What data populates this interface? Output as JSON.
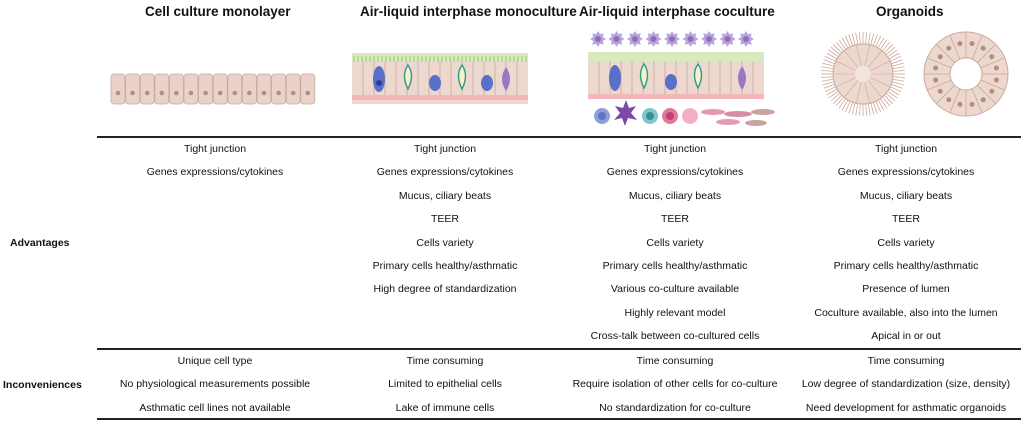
{
  "columns": [
    {
      "title": "Cell culture monolayer",
      "advantages": [
        "Tight junction",
        "Genes expressions/cytokines"
      ],
      "inconveniences": [
        "Unique cell type",
        "No physiological measurements possible",
        "Asthmatic cell lines not available"
      ]
    },
    {
      "title": "Air-liquid interphase monoculture",
      "advantages": [
        "Tight junction",
        "Genes expressions/cytokines",
        "Mucus, ciliary beats",
        "TEER",
        "Cells variety",
        "Primary cells healthy/asthmatic",
        "High degree of standardization"
      ],
      "inconveniences": [
        "Time consuming",
        "Limited to epithelial cells",
        "Lake of immune cells"
      ]
    },
    {
      "title": "Air-liquid interphase coculture",
      "advantages": [
        "Tight junction",
        "Genes expressions/cytokines",
        "Mucus, ciliary beats",
        "TEER",
        "Cells variety",
        "Primary cells healthy/asthmatic",
        "Various co-culture available",
        "Highly relevant model",
        "Cross-talk between co-cultured cells"
      ],
      "inconveniences": [
        "Time consuming",
        "Require isolation of other cells for co-culture",
        "No standardization for co-culture"
      ]
    },
    {
      "title": "Organoids",
      "advantages": [
        "Tight junction",
        "Genes expressions/cytokines",
        "Mucus, ciliary beats",
        "TEER",
        "Cells variety",
        "Primary cells healthy/asthmatic",
        "Presence of lumen",
        "Coculture available, also into the lumen",
        "Apical in or out"
      ],
      "inconveniences": [
        "Time consuming",
        "Low degree of standardization (size, density)",
        "Need development for asthmatic organoids"
      ]
    }
  ],
  "row_labels": {
    "advantages": "Advantages",
    "inconveniences": "Inconveniences"
  },
  "colors": {
    "cell_body": "#e9d2c9",
    "cell_border": "#c9a99c",
    "nucleus": "#b48c80",
    "air_layer": "#d6ecbf",
    "goblet": "#2e9a8a",
    "basal_pink": "#f3b7b9",
    "immune_purple": "#8e6fb8",
    "rule": "#222222"
  }
}
